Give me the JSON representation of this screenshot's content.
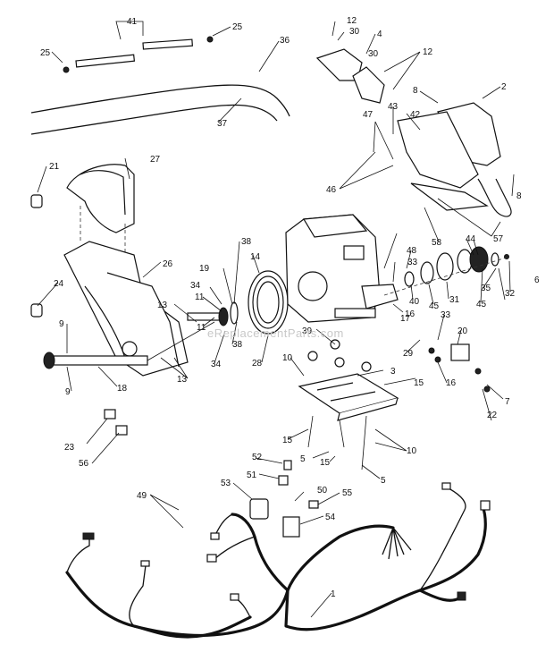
{
  "watermark": "eReplacementParts.com",
  "callouts": [
    "1",
    "2",
    "3",
    "4",
    "5",
    "6",
    "7",
    "8",
    "9",
    "10",
    "11",
    "12",
    "13",
    "14",
    "15",
    "16",
    "17",
    "18",
    "19",
    "20",
    "21",
    "22",
    "23",
    "24",
    "25",
    "26",
    "27",
    "28",
    "29",
    "30",
    "31",
    "32",
    "33",
    "34",
    "35",
    "36",
    "37",
    "38",
    "39",
    "40",
    "41",
    "42",
    "43",
    "44",
    "45",
    "46",
    "47",
    "48",
    "49",
    "50",
    "51",
    "52",
    "53",
    "54",
    "55",
    "56",
    "57",
    "58"
  ]
}
